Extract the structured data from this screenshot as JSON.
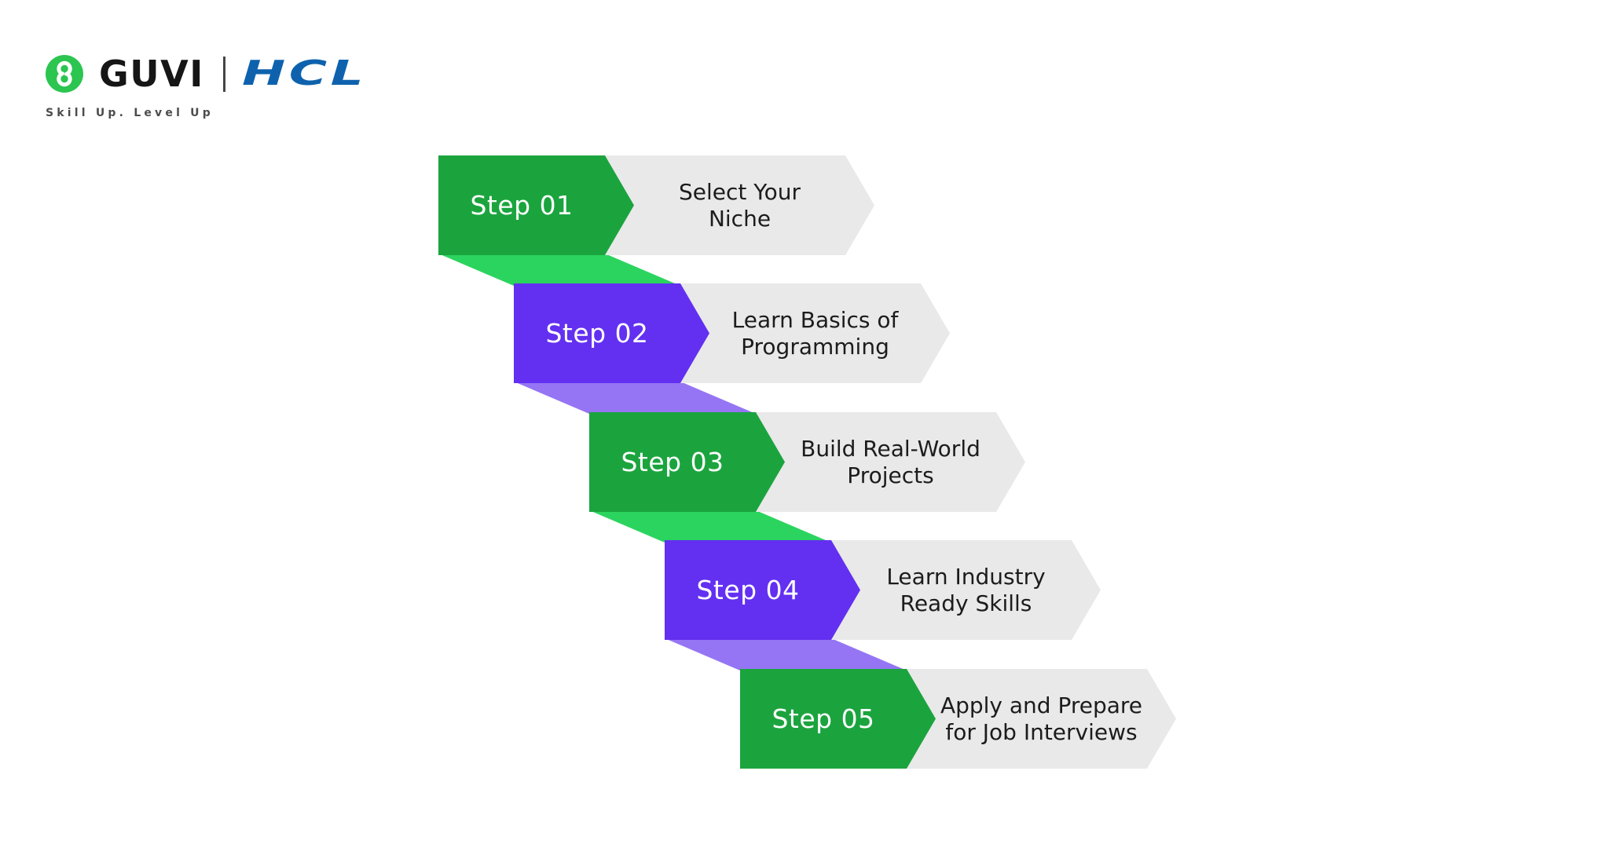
{
  "header": {
    "brand": "GUVI",
    "partner": "HCL",
    "tagline": "Skill Up. Level Up",
    "colors": {
      "guvi_green": "#2bc550",
      "hcl_blue": "#0e62ad",
      "tagline_gray": "#4c4c4c"
    }
  },
  "diagram": {
    "type": "process-steps",
    "colors": {
      "green_block": "#1ba43e",
      "green_ribbon": "#2bd45e",
      "purple_block": "#6330f1",
      "purple_ribbon": "#9575f4",
      "banner_gray": "#e9e9e9",
      "text_dark": "#1c1c1c"
    },
    "steps": [
      {
        "label": "Step 01",
        "title": "Select Your Niche",
        "title_lines": [
          "Select Your",
          "Niche"
        ],
        "color": "green"
      },
      {
        "label": "Step 02",
        "title": "Learn Basics of Programming",
        "title_lines": [
          "Learn Basics of",
          "Programming"
        ],
        "color": "purple"
      },
      {
        "label": "Step 03",
        "title": "Build Real-World Projects",
        "title_lines": [
          "Build Real-World",
          "Projects"
        ],
        "color": "green"
      },
      {
        "label": "Step 04",
        "title": "Learn Industry Ready Skills",
        "title_lines": [
          "Learn Industry",
          "Ready Skills"
        ],
        "color": "purple"
      },
      {
        "label": "Step 05",
        "title": "Apply and Prepare for Job Interviews",
        "title_lines": [
          "Apply and Prepare",
          "for Job Interviews"
        ],
        "color": "green"
      }
    ]
  }
}
